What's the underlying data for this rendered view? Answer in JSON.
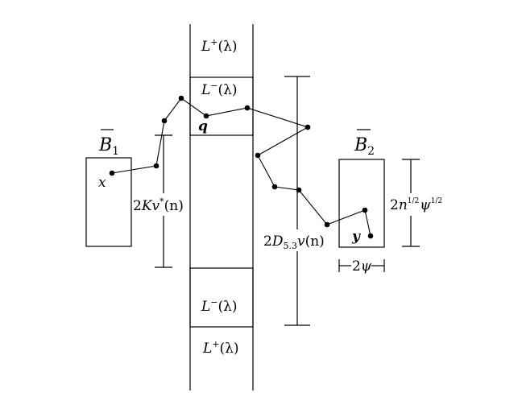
{
  "labels": {
    "l_plus_top": {
      "main": "L",
      "sup": "+",
      "arg": "(λ)"
    },
    "l_minus_top": {
      "main": "L",
      "sup": "−",
      "arg": "(λ)"
    },
    "l_minus_bottom": {
      "main": "L",
      "sup": "−",
      "arg": "(λ)"
    },
    "l_plus_bottom": {
      "main": "L",
      "sup": "+",
      "arg": "(λ)"
    },
    "b1": {
      "main": "B",
      "sub": "1"
    },
    "b2": {
      "main": "B",
      "sub": "2"
    },
    "point_x": "x",
    "point_y": "y",
    "point_q": "q",
    "dim_2kv": {
      "prefix": "2",
      "var": "Kv",
      "sup": "*",
      "arg": "(n)"
    },
    "dim_2dv": {
      "prefix": "2",
      "var": "D",
      "sub": "5.3",
      "tail": "v",
      "arg": "(n)"
    },
    "dim_2npsi": {
      "prefix": "2",
      "var": "n",
      "frac": "1/2",
      "var2": "ψ",
      "frac2": "1/2"
    },
    "dim_2psi": {
      "prefix": "2",
      "var": "ψ"
    }
  }
}
